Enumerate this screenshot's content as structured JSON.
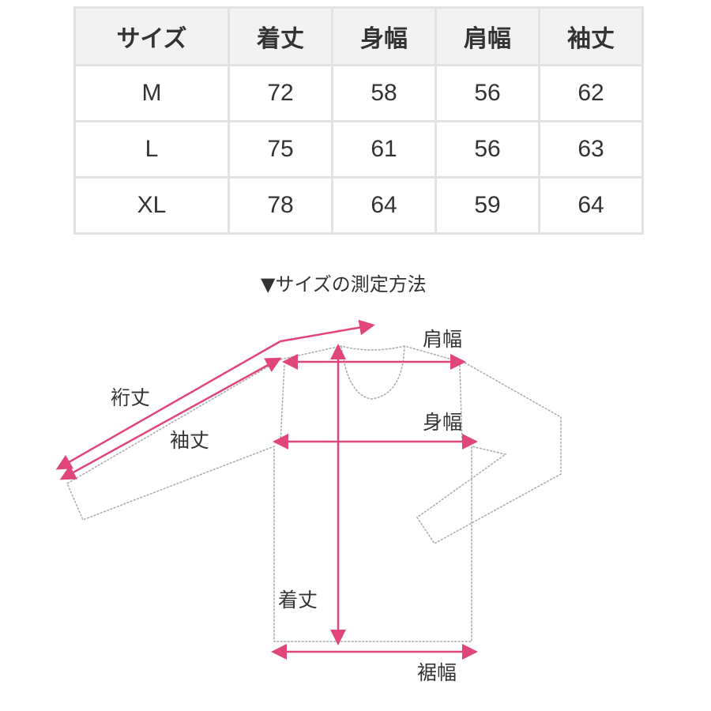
{
  "size_table": {
    "headers": [
      "サイズ",
      "着丈",
      "身幅",
      "肩幅",
      "袖丈"
    ],
    "rows": [
      [
        "M",
        "72",
        "58",
        "56",
        "62"
      ],
      [
        "L",
        "75",
        "61",
        "56",
        "63"
      ],
      [
        "XL",
        "78",
        "64",
        "59",
        "64"
      ]
    ]
  },
  "measurement_guide": {
    "caption": "▼サイズの測定方法",
    "labels": {
      "shoulder_width": "肩幅",
      "yuki_length": "裄丈",
      "sleeve_length": "袖丈",
      "body_width": "身幅",
      "total_length": "着丈",
      "hem_width": "裾幅"
    }
  },
  "colors": {
    "accent_pink": "#e0457b",
    "outline_gray": "#aaaaaa",
    "header_bg": "#f2f2f2",
    "border": "#e2e2e2"
  }
}
